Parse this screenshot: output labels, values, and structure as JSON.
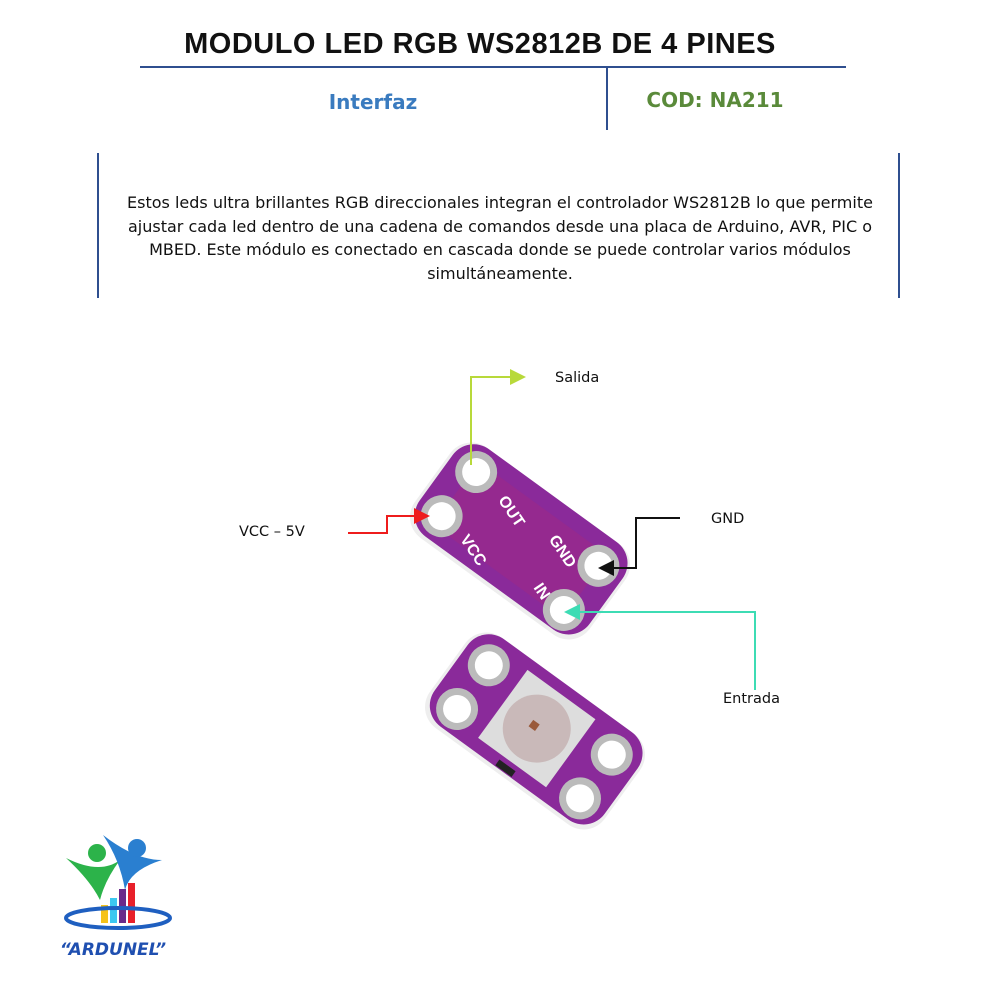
{
  "header": {
    "title": "MODULO LED RGB WS2812B DE 4 PINES",
    "section": "Interfaz",
    "code": "COD: NA211"
  },
  "description": "Estos leds ultra brillantes RGB direccionales integran el controlador WS2812B lo que permite ajustar cada led dentro de una cadena de comandos desde una placa de Arduino, AVR, PIC o MBED. Este módulo es conectado en cascada donde se puede controlar varios módulos simultáneamente.",
  "diagram": {
    "pins": {
      "out": "OUT",
      "vcc": "VCC",
      "gnd": "GND",
      "in": "IN"
    },
    "labels": {
      "salida": "Salida",
      "vcc": "VCC – 5V",
      "gnd": "GND",
      "entrada": "Entrada"
    },
    "colors": {
      "salida": "#b8d93a",
      "vcc": "#ee1c1c",
      "gnd": "#111111",
      "entrada": "#3ddcb4",
      "board": "#8a2a9a"
    }
  },
  "logo": {
    "text": "“ARDUNEL”"
  }
}
